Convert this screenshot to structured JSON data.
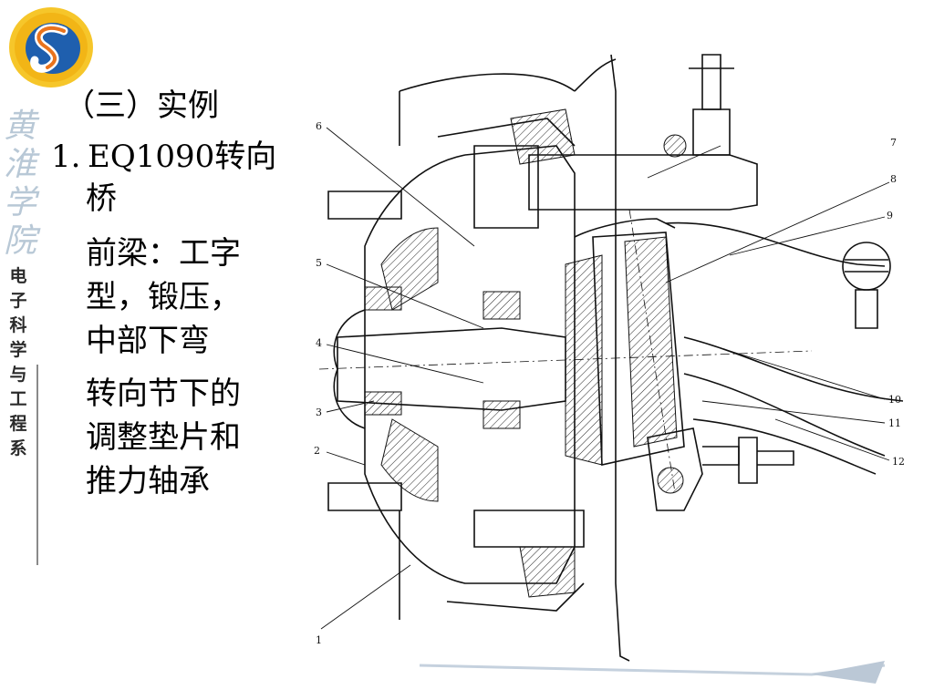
{
  "heading": "（三）实例",
  "item": {
    "number": "1.",
    "title_line1": "EQ1090转向",
    "title_line2": "桥"
  },
  "paragraphs": [
    {
      "lines": [
        "前梁：工字",
        "型，锻压，",
        "中部下弯"
      ]
    },
    {
      "lines": [
        "转向节下的",
        "调整垫片和",
        "推力轴承"
      ]
    }
  ],
  "sidebar": {
    "school_chars": [
      "黄",
      "淮",
      "学",
      "院"
    ],
    "dept_chars": [
      "电",
      "子",
      "科",
      "学",
      "与",
      "工",
      "程",
      "系"
    ]
  },
  "diagram": {
    "callouts": [
      "1",
      "2",
      "3",
      "4",
      "5",
      "6",
      "7",
      "8",
      "9",
      "10",
      "11",
      "12"
    ]
  },
  "colors": {
    "logo_gold": "#f2b516",
    "logo_blue": "#1f5fae",
    "logo_orange": "#e9731d"
  }
}
